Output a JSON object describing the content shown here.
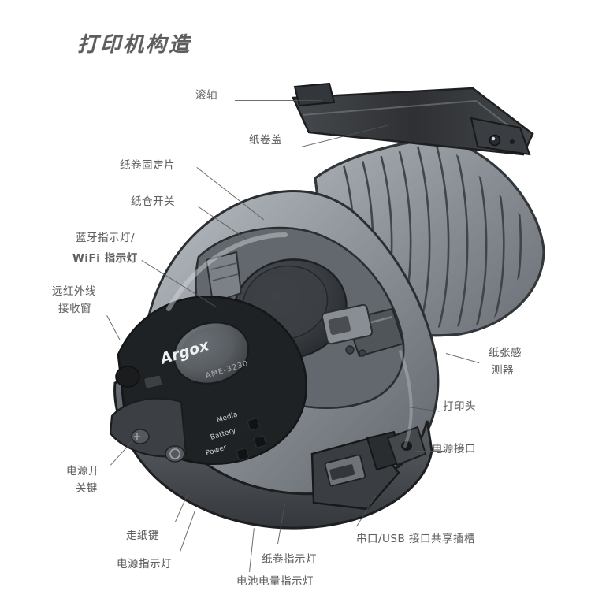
{
  "document": {
    "title": "打印机构造",
    "language": "zh-CN",
    "figure_type": "exploded callout diagram",
    "subject": "便携式热敏标签打印机"
  },
  "device": {
    "brand_logo": "Argox",
    "model_text": "AME-3230",
    "indicator_labels": [
      "Media",
      "Battery",
      "Power"
    ]
  },
  "callouts": [
    {
      "id": "roller",
      "label": "滚轴",
      "side": "left"
    },
    {
      "id": "paper-roll-cover",
      "label": "纸卷盖",
      "side": "left"
    },
    {
      "id": "roll-fixing-plate",
      "label": "纸卷固定片",
      "side": "left"
    },
    {
      "id": "paper-bay-switch",
      "label": "纸仓开关",
      "side": "left"
    },
    {
      "id": "bt-led",
      "label": "蓝牙指示灯/",
      "side": "left"
    },
    {
      "id": "wifi-led",
      "label": "WiFi 指示灯",
      "side": "left"
    },
    {
      "id": "ir-window-1",
      "label": "远红外线",
      "side": "left"
    },
    {
      "id": "ir-window-2",
      "label": "接收窗",
      "side": "left"
    },
    {
      "id": "power-switch-1",
      "label": "电源开",
      "side": "left"
    },
    {
      "id": "power-switch-2",
      "label": "关键",
      "side": "left"
    },
    {
      "id": "feed-button",
      "label": "走纸键",
      "side": "bottom"
    },
    {
      "id": "power-led",
      "label": "电源指示灯",
      "side": "bottom"
    },
    {
      "id": "media-led",
      "label": "纸卷指示灯",
      "side": "bottom"
    },
    {
      "id": "battery-led",
      "label": "电池电量指示灯",
      "side": "bottom"
    },
    {
      "id": "serial-usb-slot",
      "label": "串口/USB 接口共享插槽",
      "side": "bottom"
    },
    {
      "id": "power-jack",
      "label": "电源接口",
      "side": "right"
    },
    {
      "id": "print-head",
      "label": "打印头",
      "side": "right"
    },
    {
      "id": "paper-sensor-1",
      "label": "纸张感",
      "side": "right"
    },
    {
      "id": "paper-sensor-2",
      "label": "测器",
      "side": "right"
    }
  ],
  "colors": {
    "ink": "#4b4b4b",
    "title": "#3a3a3a",
    "leader": "#555555",
    "body_dark": "#2f3134",
    "body_mid": "#6b7075",
    "body_light": "#9aa0a5",
    "highlight": "#c6cace",
    "background": "#ffffff"
  }
}
